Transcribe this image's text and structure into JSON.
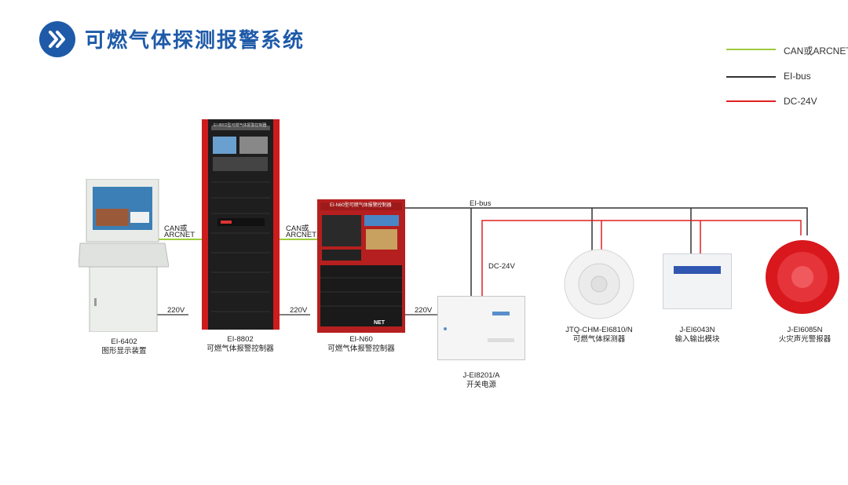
{
  "title": "可燃气体探测报警系统",
  "legend": [
    {
      "label": "CAN或ARCNET",
      "color": "#9ccc3c"
    },
    {
      "label": "EI-bus",
      "color": "#333333"
    },
    {
      "label": "DC-24V",
      "color": "#e02020"
    }
  ],
  "wire_labels": {
    "can1_line1": "CAN或",
    "can1_line2": "ARCNET",
    "can2_line1": "CAN或",
    "can2_line2": "ARCNET",
    "v220_a": "220V",
    "v220_b": "220V",
    "v220_c": "220V",
    "eibus": "EI-bus",
    "dc24": "DC-24V"
  },
  "devices": [
    {
      "model": "EI-6402",
      "name": "图形显示装置"
    },
    {
      "model": "EI-8802",
      "name": "可燃气体报警控制器"
    },
    {
      "model": "EI-N60",
      "name": "可燃气体报警控制器"
    },
    {
      "model": "J-EI8201/A",
      "name": "开关电源"
    },
    {
      "model": "JTQ-CHM-EI6810/N",
      "name": "可燃气体探测器"
    },
    {
      "model": "J-EI6043N",
      "name": "输入输出模块"
    },
    {
      "model": "J-EI6085N",
      "name": "火灾声光警报器"
    }
  ],
  "panel_text": {
    "cabinet_header": "EI-8802型可燃气体报警控制器",
    "n60_header": "EI-N60型可燃气体报警控制器",
    "n60_brand": "NET"
  },
  "colors": {
    "brand_blue": "#1e5aa8",
    "can_green": "#9ccc3c",
    "bus_black": "#333333",
    "dc_red": "#e02020"
  }
}
